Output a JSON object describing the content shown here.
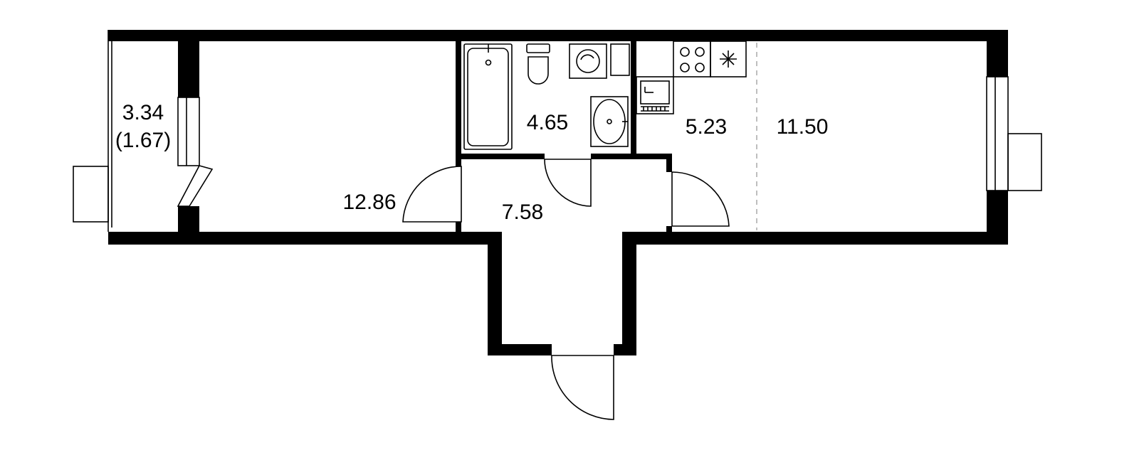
{
  "colors": {
    "wall": "#000000",
    "background": "#ffffff"
  },
  "rooms": {
    "balcony_area": "3.34",
    "balcony_reduced_area": "(1.67)",
    "bedroom": "12.86",
    "bathroom": "4.65",
    "hallway": "7.58",
    "kitchen": "5.23",
    "living_room": "11.50"
  },
  "fixtures": [
    "bathtub-icon",
    "toilet-icon",
    "washing-machine-icon",
    "sink-icon",
    "stove-icon",
    "hood-icon",
    "kitchen-sink-icon"
  ]
}
